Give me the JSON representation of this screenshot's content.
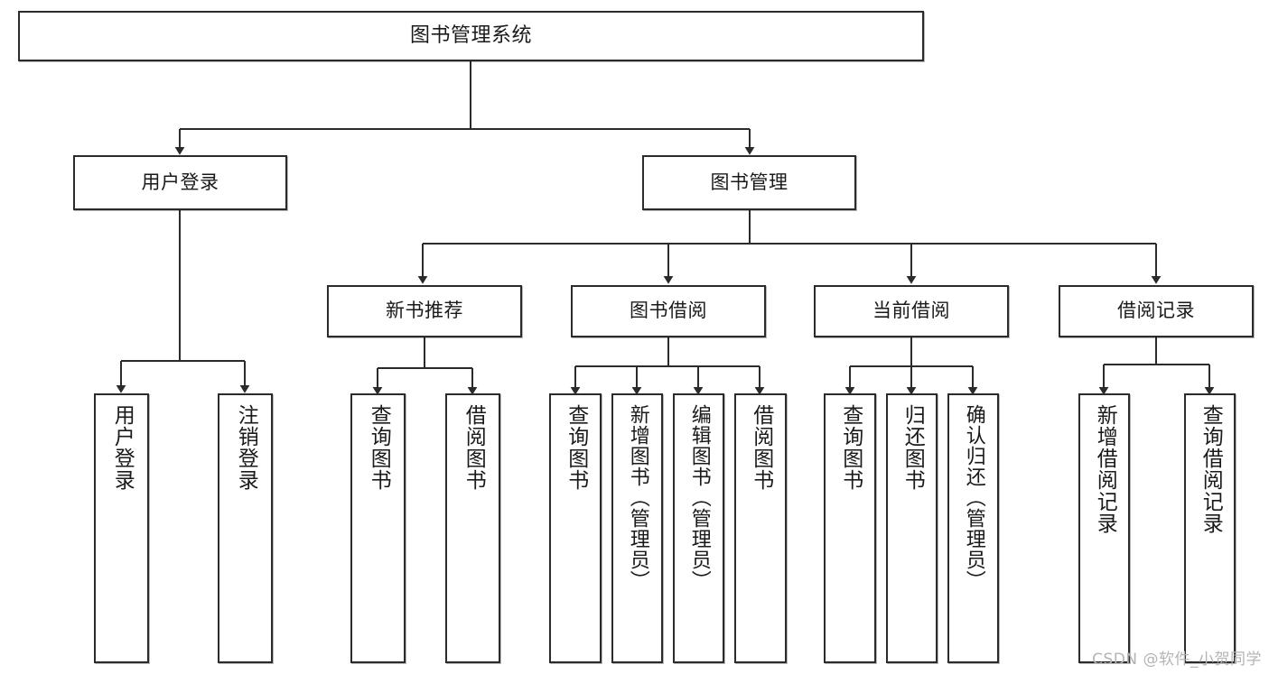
{
  "diagram": {
    "title": "图书管理系统",
    "type": "tree",
    "orientation": "top-down",
    "colors": {
      "node_border": "#2b2b2b",
      "node_fill": "#ffffff",
      "edge": "#2b2b2b",
      "text": "#1a1a1a",
      "watermark": "#b4b4b4",
      "background": "#ffffff"
    },
    "levels": {
      "root": {
        "label": "图书管理系统"
      },
      "level2": [
        {
          "id": "user-login",
          "label": "用户登录"
        },
        {
          "id": "book-manage",
          "label": "图书管理"
        }
      ],
      "level3": [
        {
          "id": "new-book-recommend",
          "label": "新书推荐",
          "parent": "book-manage"
        },
        {
          "id": "book-borrow",
          "label": "图书借阅",
          "parent": "book-manage"
        },
        {
          "id": "current-borrow",
          "label": "当前借阅",
          "parent": "book-manage"
        },
        {
          "id": "borrow-record",
          "label": "借阅记录",
          "parent": "book-manage"
        }
      ],
      "leaves": {
        "user-login": [
          {
            "id": "leaf-user-login",
            "label": "用户登录"
          },
          {
            "id": "leaf-user-logout",
            "label": "注销登录"
          }
        ],
        "new-book-recommend": [
          {
            "id": "leaf-query-book-1",
            "label": "查询图书"
          },
          {
            "id": "leaf-borrow-book-1",
            "label": "借阅图书"
          }
        ],
        "book-borrow": [
          {
            "id": "leaf-query-book-2",
            "label": "查询图书"
          },
          {
            "id": "leaf-add-book",
            "label": "新增图书（管理员）"
          },
          {
            "id": "leaf-edit-book",
            "label": "编辑图书（管理员）"
          },
          {
            "id": "leaf-borrow-book-2",
            "label": "借阅图书"
          }
        ],
        "current-borrow": [
          {
            "id": "leaf-query-book-3",
            "label": "查询图书"
          },
          {
            "id": "leaf-return-book",
            "label": "归还图书"
          },
          {
            "id": "leaf-confirm-return",
            "label": "确认归还（管理员）"
          }
        ],
        "borrow-record": [
          {
            "id": "leaf-add-record",
            "label": "新增借阅记录"
          },
          {
            "id": "leaf-query-record",
            "label": "查询借阅记录"
          }
        ]
      }
    }
  },
  "watermark": {
    "text": "CSDN @软件_小贺同学"
  }
}
